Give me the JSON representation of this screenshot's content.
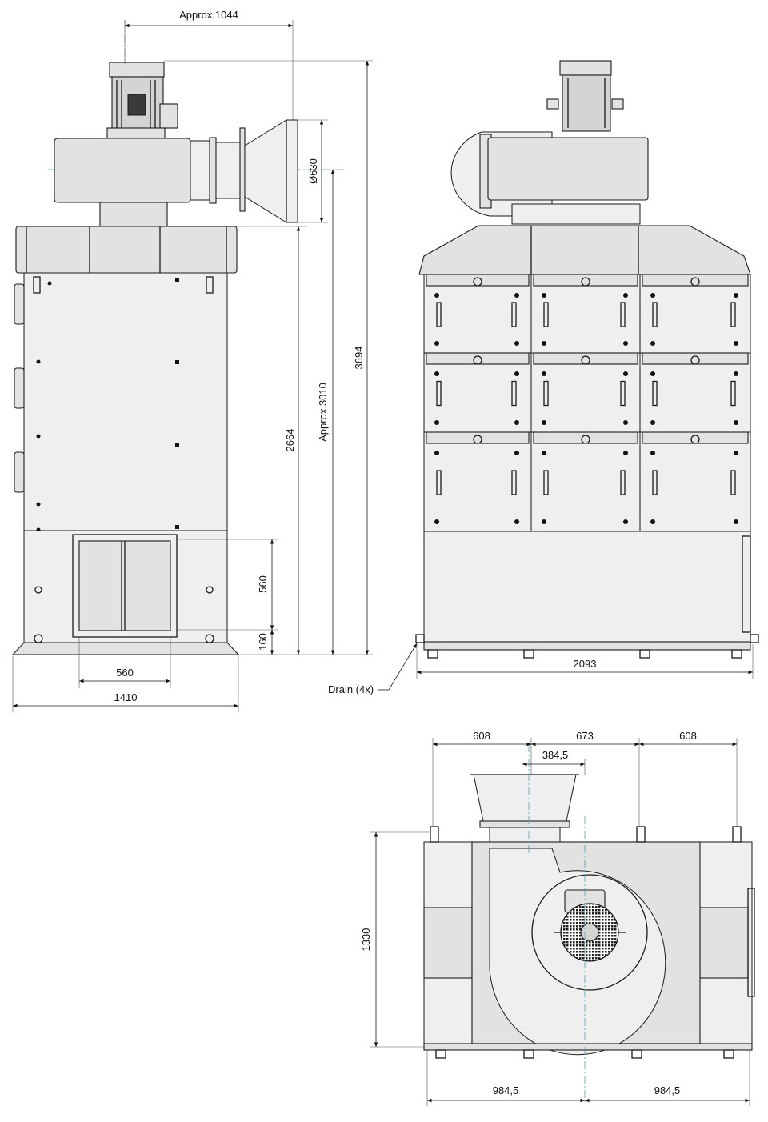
{
  "dimensions": {
    "front_width_overall": "Approx.1044",
    "outlet_diameter": "Ø630",
    "overall_height": "3694",
    "height_to_outlet": "Approx.3010",
    "cabinet_height": "2664",
    "inlet_height": "560",
    "inlet_bottom": "160",
    "inlet_width": "560",
    "base_width": "1410",
    "side_length": "2093",
    "drain_note": "Drain (4x)",
    "top_module_left": "608",
    "top_module_middle": "673",
    "top_module_right": "608",
    "outlet_offset": "384,5",
    "top_depth": "1330",
    "half_length_left": "984,5",
    "half_length_right": "984,5"
  },
  "views": [
    "front-view",
    "side-view",
    "top-view"
  ]
}
